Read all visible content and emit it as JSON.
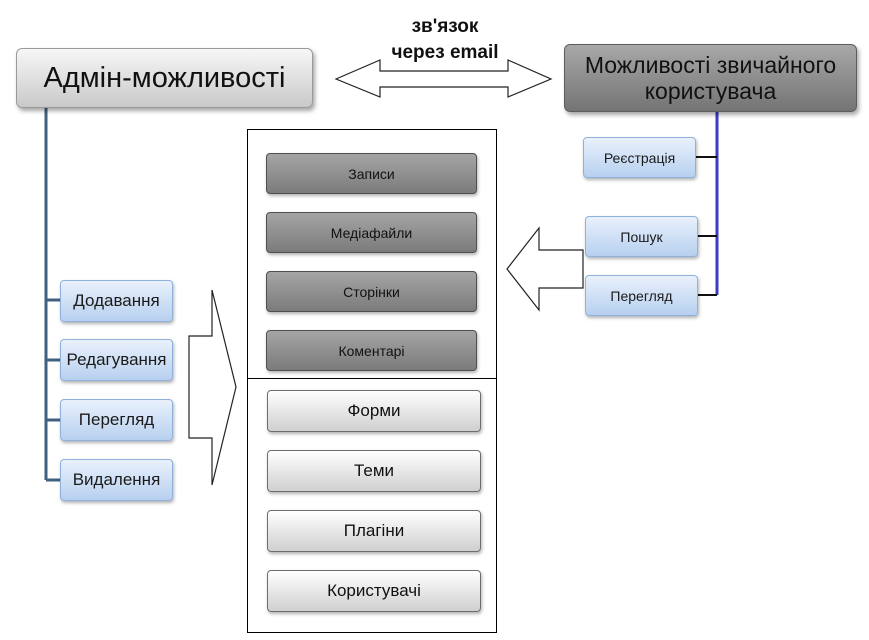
{
  "diagram": {
    "admin_title": "Адмін-можливості",
    "user_title": "Можливості звичайного користувача",
    "connection_label_line1": "зв'язок",
    "connection_label_line2": "через email",
    "admin_actions": [
      "Додавання",
      "Редагування",
      "Перегляд",
      "Видалення"
    ],
    "user_actions": [
      "Реєстрація",
      "Пошук",
      "Перегляд"
    ],
    "content_items": [
      "Записи",
      "Медіафайли",
      "Сторінки",
      "Коментарі"
    ],
    "admin_items": [
      "Форми",
      "Теми",
      "Плагіни",
      "Користувачі"
    ],
    "colors": {
      "admin_line": "#41607f",
      "user_line": "#3b3bc4",
      "blue_box": "#c6dbf4",
      "dark_box": "#8a8a8a",
      "light_box": "#e6e6e6"
    }
  }
}
